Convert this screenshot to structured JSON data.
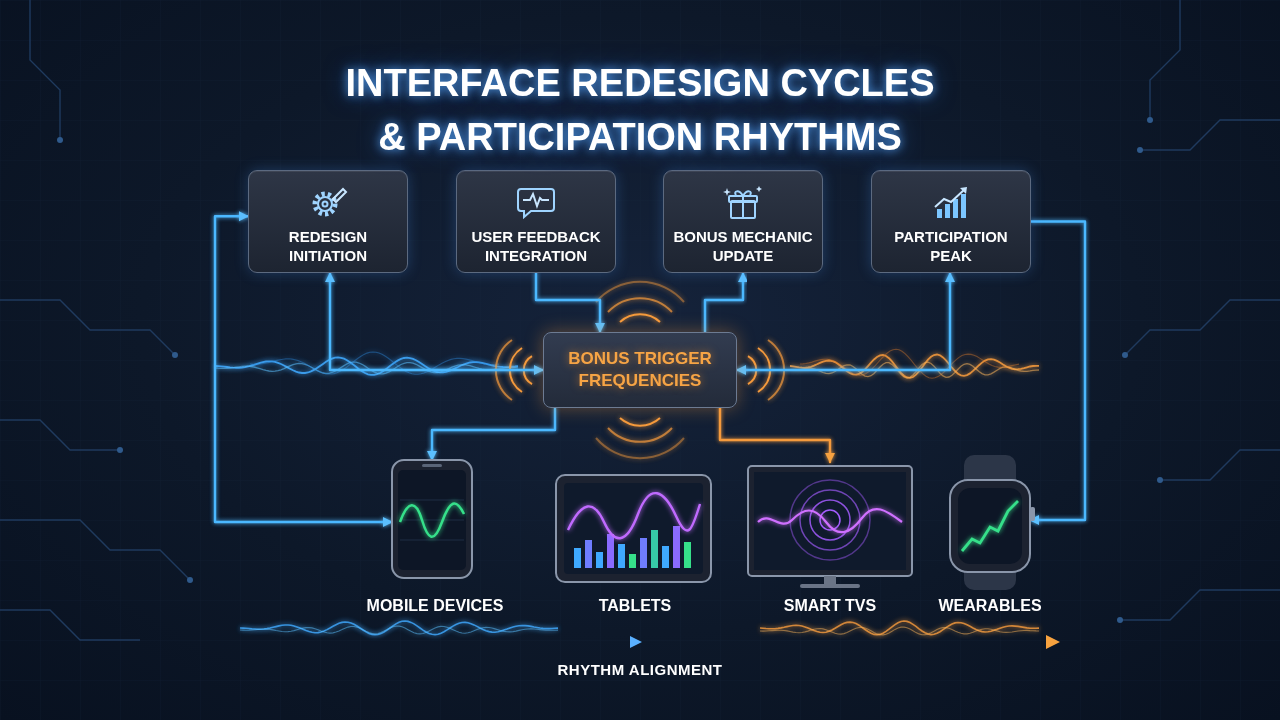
{
  "diagram": {
    "title": "INTERFACE REDESIGN CYCLES & PARTICIPATION RHYTHMS",
    "nodes": [
      {
        "text": [
          "REDESIGN INITIATION"
        ]
      },
      {
        "text": [
          "USER FEEDBACK INTEGRATION"
        ]
      },
      {
        "text": [
          "BONUS MECHANIC UPDATE"
        ]
      },
      {
        "text": [
          "PARTICIPATION PEAK"
        ]
      },
      {
        "text": [
          "BONUS TRIGGER FREQUENCIES"
        ]
      },
      {
        "text": [
          "MOBILE DEVICES"
        ]
      },
      {
        "text": [
          "TABLETS"
        ]
      },
      {
        "text": [
          "SMART TVS"
        ]
      },
      {
        "text": [
          "WEARABLES"
        ]
      }
    ],
    "edges": [
      {
        "from": 0,
        "to": 1,
        "arrow": "to"
      },
      {
        "from": 1,
        "to": 2,
        "arrow": "to"
      },
      {
        "from": 2,
        "to": 3,
        "arrow": "to"
      },
      {
        "from": 3,
        "to": 8,
        "arrow": "to"
      },
      {
        "from": 1,
        "to": 4,
        "arrow": "to"
      },
      {
        "from": 4,
        "to": 2,
        "arrow": "to"
      },
      {
        "from": 4,
        "to": 0,
        "arrow": "both"
      },
      {
        "from": 4,
        "to": 3,
        "arrow": "both"
      },
      {
        "from": 0,
        "to": 5,
        "arrow": "both"
      },
      {
        "from": 4,
        "to": 5,
        "arrow": "to"
      },
      {
        "from": 4,
        "to": 6,
        "arrow": "to"
      },
      {
        "from": 4,
        "to": 7,
        "arrow": "to"
      }
    ],
    "labels": [
      "RHYTHM ALIGNMENT"
    ]
  }
}
